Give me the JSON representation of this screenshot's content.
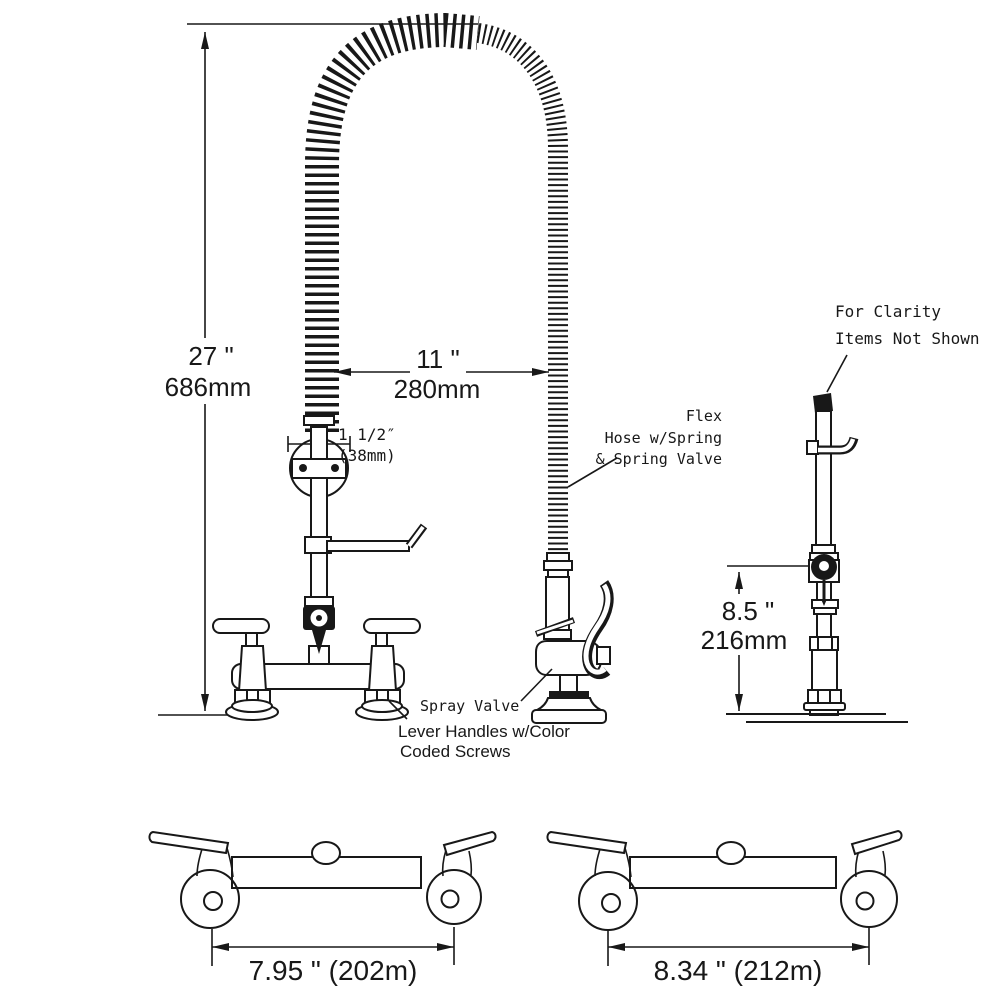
{
  "diagram": {
    "colors": {
      "line": "#181818",
      "background": "#ffffff"
    },
    "main_view": {
      "height_dim": {
        "inches": "27 \"",
        "mm": "686mm"
      },
      "hose_dim": {
        "inches": "11 \"",
        "mm": "280mm"
      },
      "clamp_dim": {
        "inches": "1 1/2″",
        "mm": "(38mm)"
      },
      "labels": {
        "flex_line1": "Flex",
        "flex_line2": "Hose w/Spring",
        "flex_line3": "& Spring Valve",
        "spray_valve": "Spray Valve",
        "lever_line1": "Lever Handles w/Color",
        "lever_line2": "Coded Screws"
      }
    },
    "side_view": {
      "note_line1": "For Clarity",
      "note_line2": "Items Not Shown",
      "height_dim": {
        "inches": "8.5 \"",
        "mm": "216mm"
      }
    },
    "top_views": {
      "left_spread": "7.95 \" (202m)",
      "right_spread": "8.34 \" (212m)"
    }
  }
}
